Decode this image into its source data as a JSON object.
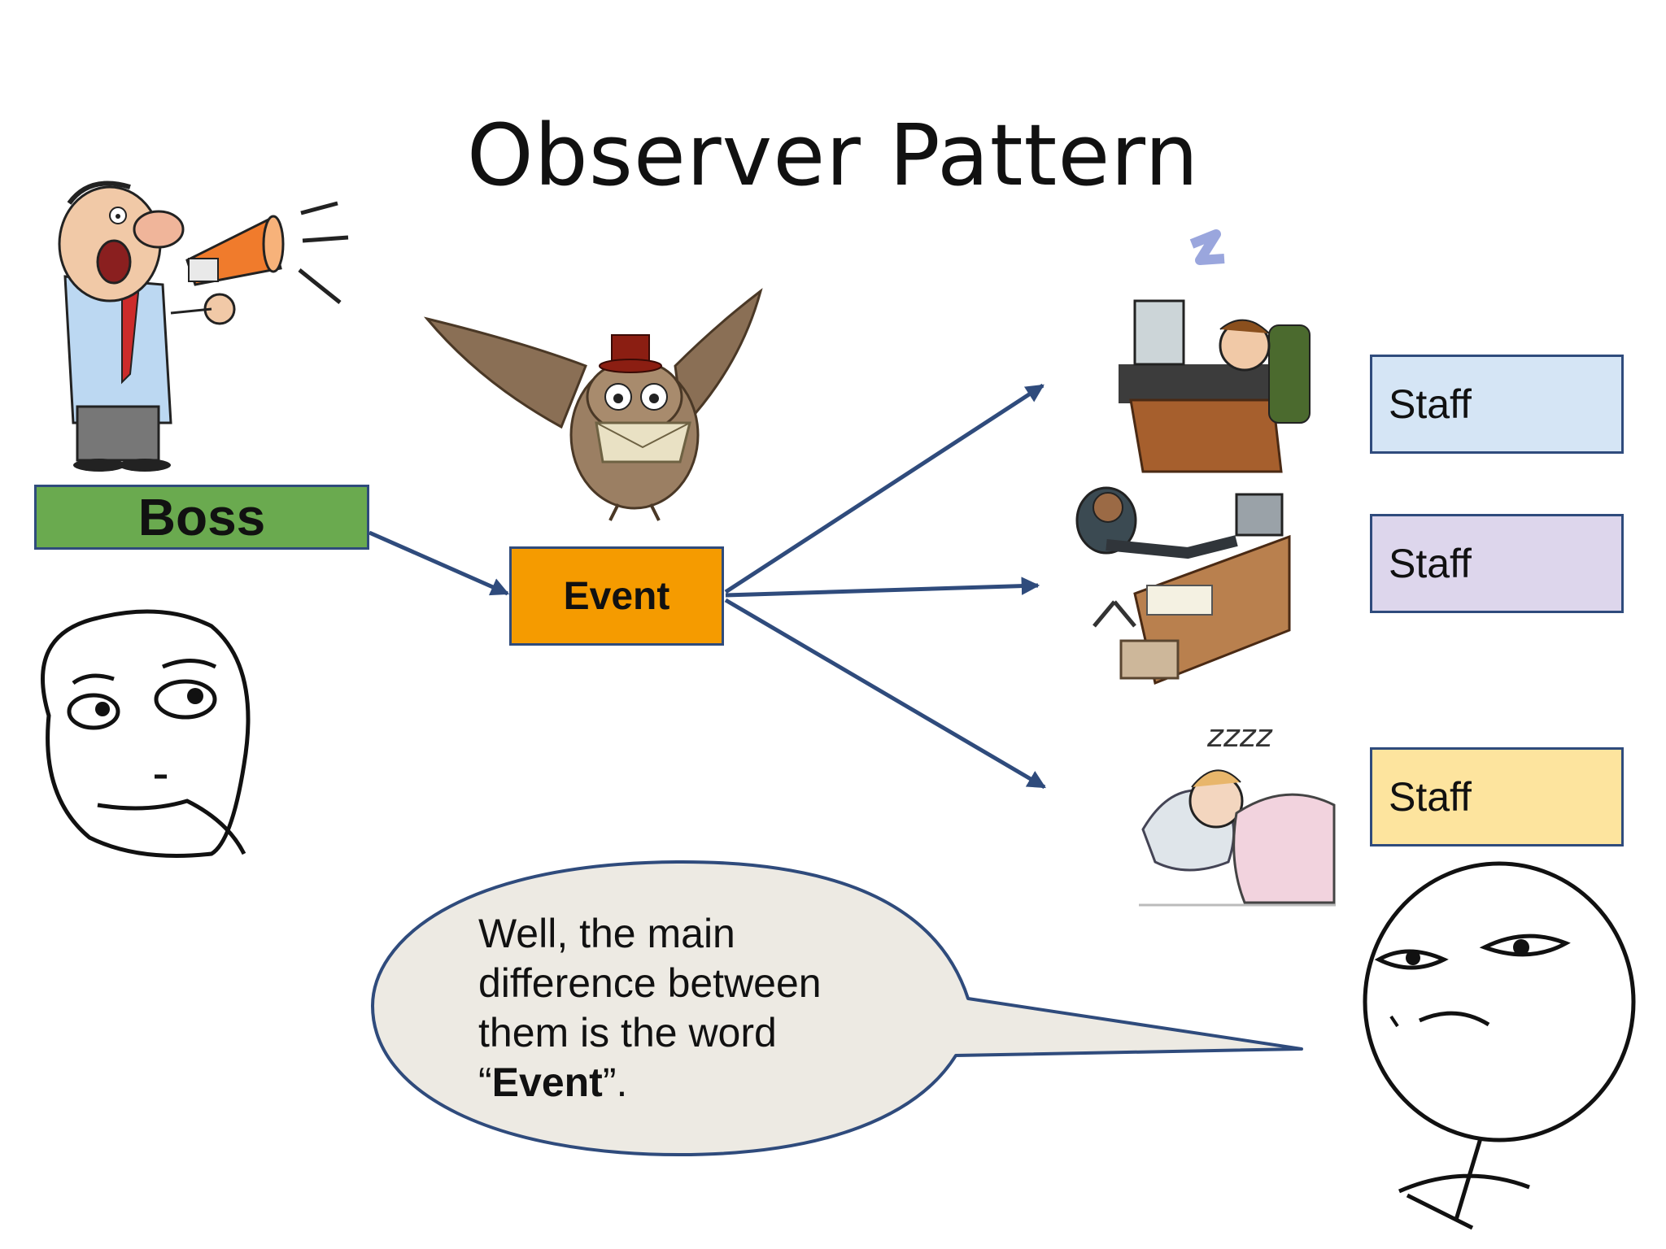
{
  "title": "Observer Pattern",
  "boss_label": "Boss",
  "event_label": "Event",
  "staff": [
    {
      "label": "Staff",
      "color": "#d5e5f5"
    },
    {
      "label": "Staff",
      "color": "#ddd6ec"
    },
    {
      "label": "Staff",
      "color": "#fde49e"
    }
  ],
  "speech_bubble": {
    "text_before": "Well, the main difference between them is the word “",
    "emphasis": "Event",
    "text_after": "”."
  },
  "sleep_text": "zzzz",
  "colors": {
    "boss_box": "#6aaa4f",
    "event_box": "#f59b00",
    "arrow": "#2f4b7c",
    "bubble_fill": "#edeae3"
  },
  "illustrations": [
    "shouting-boss-megaphone",
    "owl-carrying-letter",
    "sleeping-worker-at-desk",
    "relaxing-worker-feet-on-desk",
    "worker-sleeping-in-bed",
    "thinking-face",
    "challenge-face"
  ]
}
